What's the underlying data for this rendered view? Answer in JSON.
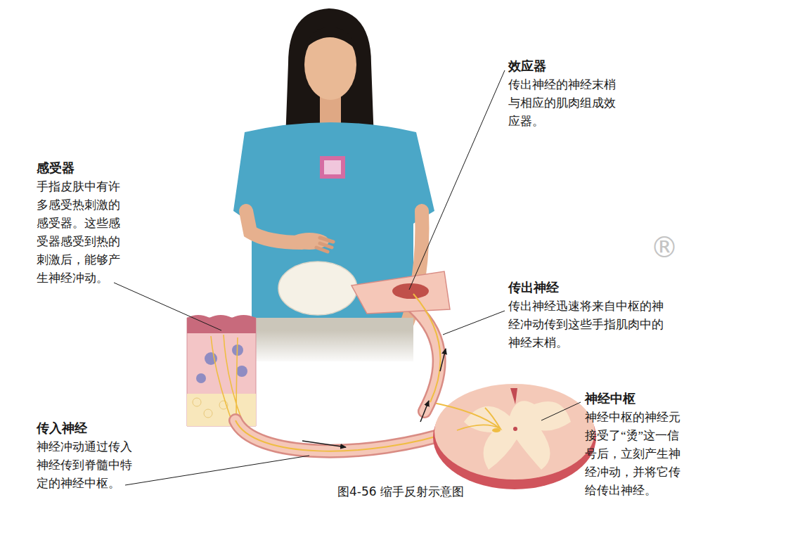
{
  "diagram": {
    "caption": "图4-56 缩手反射示意图",
    "labels": [
      "感受器",
      "手指皮肤中有许多感受热刺激的感受器。这些感受器感受到热的刺激后，能够产生神经冲动。",
      "效应器",
      "传出神经的神经末梢与相应的肌肉组成效应器。",
      "传出神经",
      "传出神经迅速将来自中枢的神经冲动传到这些手指肌肉中的神经末梢。",
      "神经中枢",
      "神经中枢的神经元接受了“烫”这一信号后，立刻产生神经冲动，并将它传给传出神经。",
      "传入神经",
      "神经冲动通过传入神经传到脊髓中特定的神经中枢。",
      "®"
    ]
  }
}
